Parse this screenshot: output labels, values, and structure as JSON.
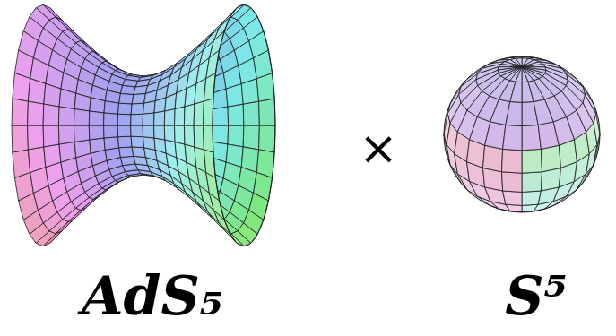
{
  "diagram": {
    "labels": [
      "×",
      "AdS₅",
      "S⁵"
    ]
  }
}
